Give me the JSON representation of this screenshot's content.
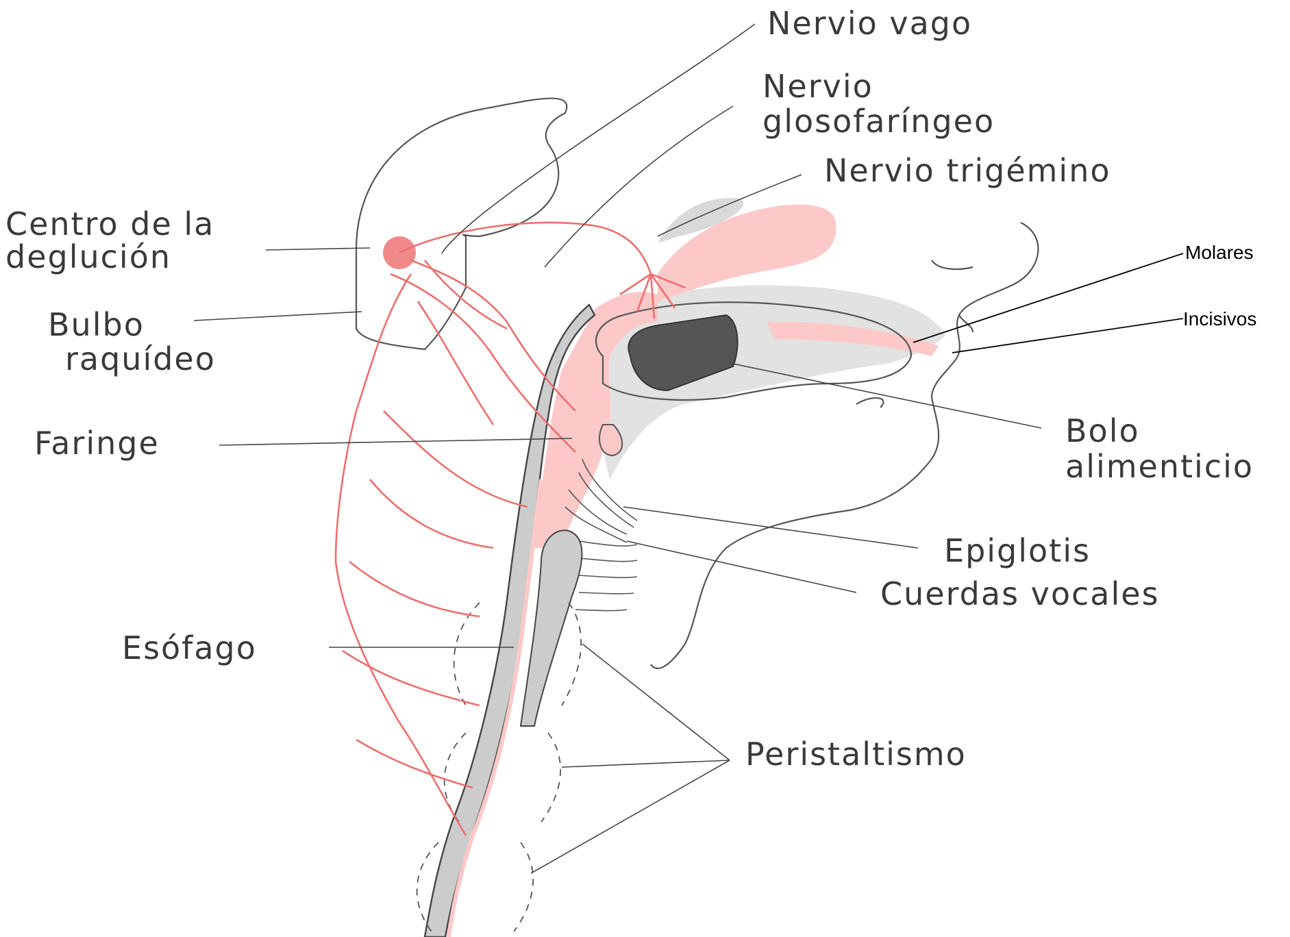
{
  "labels": {
    "nervio_vago": "Nervio vago",
    "nervio_glosofaringeo_1": "Nervio",
    "nervio_glosofaringeo_2": "glosofaríngeo",
    "nervio_trigemino": "Nervio trigémino",
    "centro_deglucion_1": "Centro de la",
    "centro_deglucion_2": "deglución",
    "bulbo_1": "Bulbo",
    "bulbo_2": "raquídeo",
    "faringe": "Faringe",
    "esofago": "Esófago",
    "molares": "Molares",
    "incisivos": "Incisivos",
    "bolo_1": "Bolo",
    "bolo_2": "alimenticio",
    "epiglotis": "Epiglotis",
    "cuerdas_vocales": "Cuerdas vocales",
    "peristaltismo": "Peristaltismo"
  },
  "colors": {
    "nerve": "#ee6e6e",
    "palate_pink": "#fcc8c8",
    "tissue_gray": "#d9d9d9",
    "bolus": "#555555"
  }
}
